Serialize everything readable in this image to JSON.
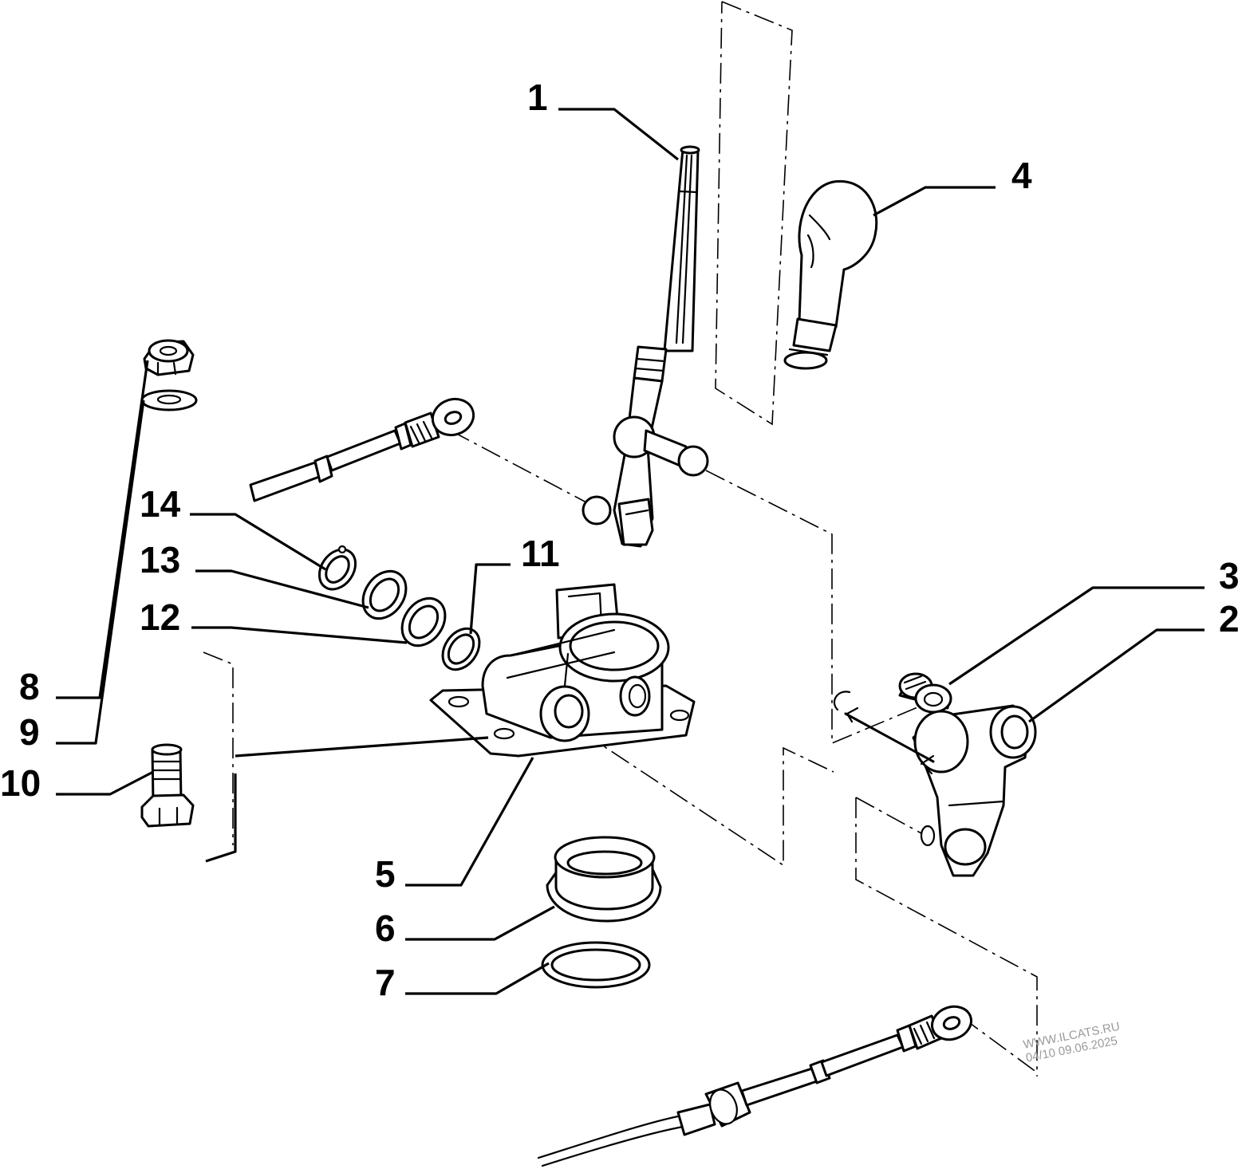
{
  "callouts": {
    "c1": "1",
    "c2": "2",
    "c3": "3",
    "c4": "4",
    "c5": "5",
    "c6": "6",
    "c7": "7",
    "c8": "8",
    "c9": "9",
    "c10": "10",
    "c11": "11",
    "c12": "12",
    "c13": "13",
    "c14": "14"
  },
  "watermark": {
    "line1": "WWW.ILCATS.RU",
    "line2": "04/10 09.06.2025"
  }
}
